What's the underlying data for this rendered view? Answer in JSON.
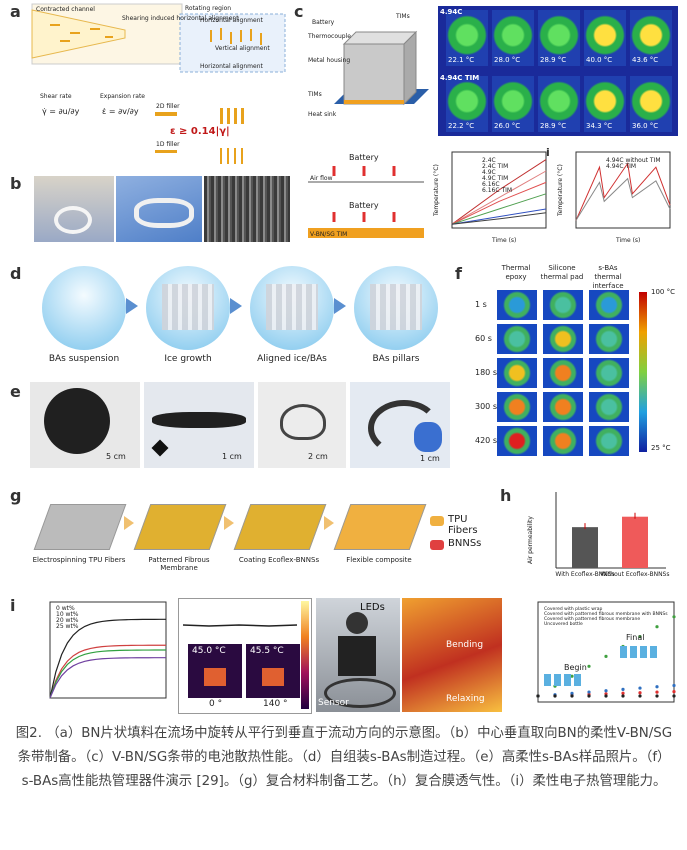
{
  "panel_labels": {
    "a": "a",
    "b": "b",
    "c": "c",
    "d": "d",
    "e": "e",
    "f": "f",
    "g": "g",
    "h": "h",
    "i": "i"
  },
  "panel_a": {
    "contracted_channel": "Contracted channel",
    "rotating_region": "Rotating region",
    "shearing_text": "Shearing induced horizontal alignment",
    "horizontal_alignment": "Horizontal alignment",
    "vertical_alignment": "Vertical alignment",
    "horizontal_alignment_2": "Horizontal alignment",
    "shear_rate": "Shear rate",
    "expansion_rate": "Expansion rate",
    "filler_2d": "2D filler",
    "filler_1d": "1D filler",
    "condition": "ε ≥ 0.14|γ|"
  },
  "panel_c": {
    "battery": "Battery",
    "tims": "TIMs",
    "thermocouple": "Thermocouple",
    "metal_housing": "Metal housing",
    "tims2": "TIMs",
    "heat_sink": "Heat sink",
    "air_flow": "Air flow",
    "battery2": "Battery",
    "battery3": "Battery",
    "vbn_label": "V-BN/SG TIM",
    "thermal_rows": [
      "4.94C",
      "4.94C TIM"
    ],
    "row1_temps": [
      "22.1 °C",
      "28.0 °C",
      "28.9 °C",
      "40.0 °C",
      "43.6 °C"
    ],
    "row2_temps": [
      "22.2 °C",
      "26.0 °C",
      "28.9 °C",
      "34.3 °C",
      "36.0 °C"
    ],
    "legend_left": [
      "2.4C",
      "2.4C TIM",
      "4.9C",
      "4.9C TIM",
      "6.16C",
      "6.16C TIM"
    ],
    "legend_right": [
      "4.94C without TIM",
      "4.94C TIM"
    ],
    "left_xlabel": "Time (s)",
    "left_ylabel": "Temperature (°C)",
    "right_xlabel": "Time (s)",
    "right_ylabel": "Temperature (°C)"
  },
  "panel_d": {
    "steps": [
      "BAs suspension",
      "Ice growth",
      "Aligned ice/BAs",
      "BAs pillars"
    ]
  },
  "panel_e": {
    "scales": [
      "5 cm",
      "1 cm",
      "2 cm",
      "1 cm"
    ]
  },
  "panel_f": {
    "columns": [
      "Thermal epoxy",
      "Silicone thermal pad",
      "s-BAs thermal interface"
    ],
    "times": [
      "1 s",
      "60 s",
      "180 s",
      "300 s",
      "420 s"
    ],
    "scale_max": "100 °C",
    "scale_min": "25 °C"
  },
  "panel_g": {
    "steps": [
      "Electrospinning TPU Fibers",
      "Patterned Fibrous Membrane",
      "Coating Ecoflex-BNNSs",
      "Flexible composite"
    ],
    "legend": [
      "TPU Fibers",
      "BNNSs"
    ]
  },
  "panel_h": {
    "categories": [
      "With Ecoflex-BNNSs",
      "Without Ecoflex-BNNSs"
    ],
    "ylabel": "Air permeability"
  },
  "panel_i": {
    "legend": [
      "0 wt%",
      "10 wt%",
      "20 wt%",
      "25 wt%"
    ],
    "temps": [
      "45.0 °C",
      "45.5 °C"
    ],
    "angles": [
      "0 °",
      "140 °"
    ],
    "leds": "LEDs",
    "bending": "Bending",
    "relaxing": "Relaxing",
    "sensor": "Sensor",
    "begin": "Begin",
    "final": "Final",
    "weight_legend": [
      "Covered with plastic wrap",
      "Covered with patterned fibrous membrane with BNNSs",
      "Covered with patterned fibrous membrane",
      "Uncovered bottle"
    ]
  },
  "caption": "图2. （a）BN片状填料在流场中旋转从平行到垂直于流动方向的示意图。（b）中心垂直取向BN的柔性V-BN/SG条带制备。（c）V-BN/SG条带的电池散热性能。（d）自组装s-BAs制造过程。（e）高柔性s-BAs样品照片。（f）s-BAs高性能热管理器件演示 [29]。（g）复合材料制备工艺。（h）复合膜透气性。（i）柔性电子热管理能力。",
  "chart_data": [
    {
      "type": "bar",
      "title": "",
      "categories": [
        "With Ecoflex-BNNSs",
        "Without Ecoflex-BNNSs"
      ],
      "values": [
        2.15,
        2.7
      ],
      "ylabel": "Air permeability",
      "ylim": [
        0,
        4
      ],
      "colors": [
        "#555555",
        "#ef5a5a"
      ]
    }
  ],
  "colors": {
    "accent_orange": "#f0a020",
    "caption": "#444444",
    "heat_hot": "#e62020",
    "heat_cold": "#1040c0"
  }
}
